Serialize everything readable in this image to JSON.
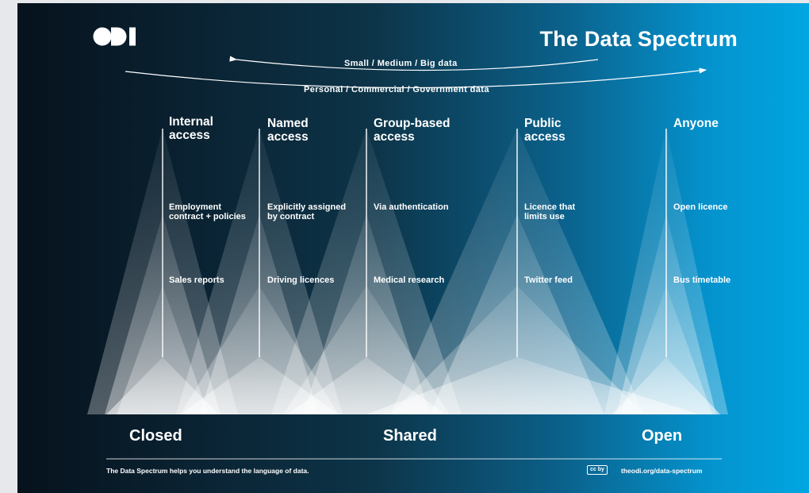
{
  "header": {
    "logo": "ODI",
    "title": "The Data Spectrum"
  },
  "arcs": {
    "top": "Small / Medium / Big data",
    "bottom": "Personal / Commercial / Government data"
  },
  "columns": [
    {
      "head": [
        "Internal",
        "access"
      ],
      "desc": [
        "Employment",
        "contract + policies"
      ],
      "example": "Sales reports"
    },
    {
      "head": [
        "Named",
        "access"
      ],
      "desc": [
        "Explicitly assigned",
        "by contract"
      ],
      "example": "Driving licences"
    },
    {
      "head": [
        "Group-based",
        "access"
      ],
      "desc": [
        "Via authentication"
      ],
      "example": "Medical research"
    },
    {
      "head": [
        "Public",
        "access"
      ],
      "desc": [
        "Licence that",
        "limits use"
      ],
      "example": "Twitter feed"
    },
    {
      "head": [
        "Anyone"
      ],
      "desc": [
        "Open licence"
      ],
      "example": "Bus timetable"
    }
  ],
  "scale": {
    "left": "Closed",
    "middle": "Shared",
    "right": "Open"
  },
  "footer": {
    "tagline": "The Data Spectrum helps you understand the language of data.",
    "license_badge": "cc by",
    "url": "theodi.org/data-spectrum"
  }
}
